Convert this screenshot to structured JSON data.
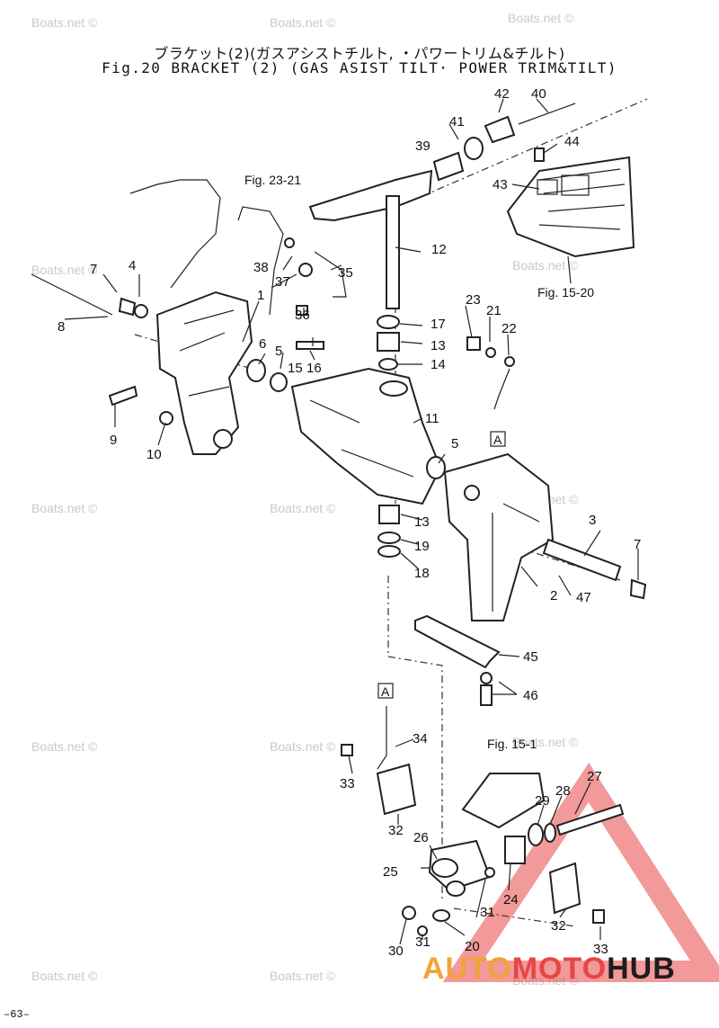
{
  "title_jp": "ブラケット(2)(ガスアシストチルト, ・パワートリム&チルト)",
  "title_en": "Fig.20 BRACKET (2) (GAS ASIST TILT· POWER TRIM&TILT)",
  "page_number": "–63–",
  "watermark": "Boats.net ©",
  "figure_refs": [
    "Fig. 23-21",
    "Fig. 15-20",
    "Fig. 15-1"
  ],
  "section_marker": "A",
  "part_numbers": [
    "1",
    "2",
    "3",
    "4",
    "5",
    "6",
    "7",
    "8",
    "9",
    "10",
    "11",
    "12",
    "13",
    "14",
    "15",
    "16",
    "17",
    "18",
    "19",
    "20",
    "21",
    "22",
    "23",
    "24",
    "25",
    "26",
    "27",
    "28",
    "29",
    "30",
    "31",
    "32",
    "33",
    "34",
    "35",
    "36",
    "37",
    "38",
    "39",
    "40",
    "41",
    "42",
    "43",
    "44",
    "45",
    "46",
    "47"
  ],
  "brand": {
    "part1": "AUTO",
    "part2": "MOTO",
    "part3": "HUB"
  },
  "colors": {
    "logo_red": "#e84545",
    "logo_orange": "#f1a33a",
    "logo_dark": "#1d1d1d",
    "watermark": "#c9c9c9"
  }
}
